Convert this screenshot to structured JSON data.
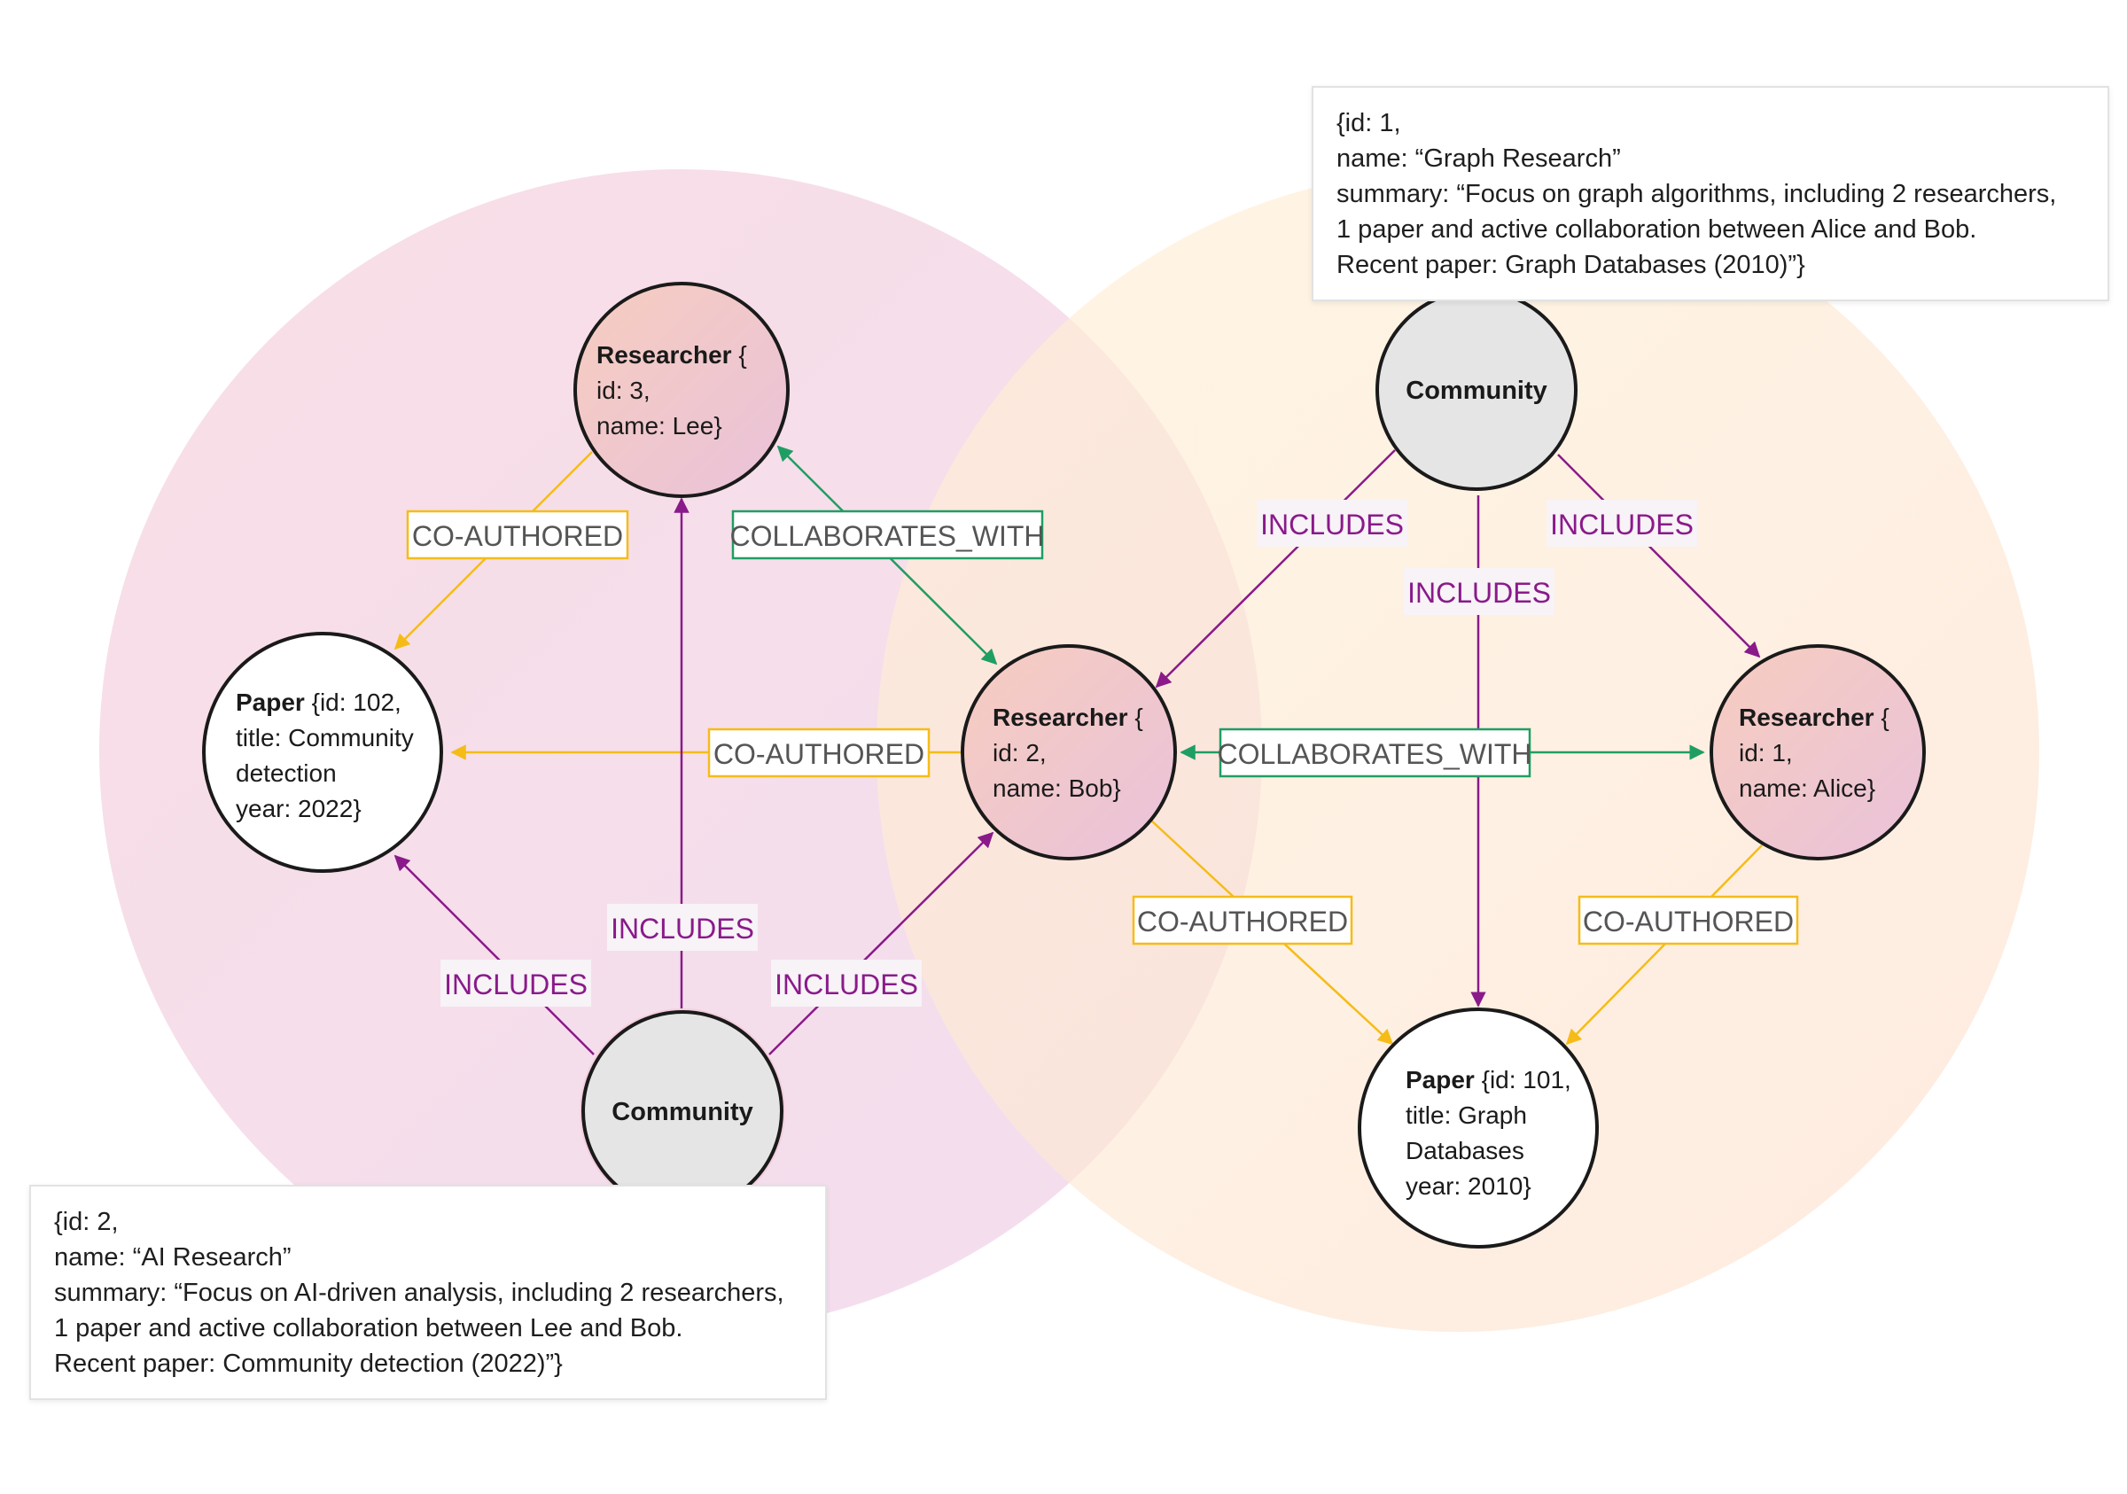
{
  "colors": {
    "includes": "#8a1a8a",
    "co_authored": "#f5bc18",
    "collaborates_with": "#1f9e63",
    "left_community_fill": "#f1c9d8",
    "right_community_fill": "#fde2c3",
    "researcher_fill": "#eebfcf",
    "community_node_fill": "#e5e5e5"
  },
  "nodes": {
    "lee": {
      "bold": "Researcher",
      "lines": [
        " {",
        "id: 3,",
        "name: Lee}"
      ]
    },
    "bob": {
      "bold": "Researcher",
      "lines": [
        " {",
        "id: 2,",
        "name: Bob}"
      ]
    },
    "alice": {
      "bold": "Researcher",
      "lines": [
        " {",
        "id: 1,",
        "name: Alice}"
      ]
    },
    "paper102": {
      "bold": "Paper",
      "lines": [
        " {id: 102,",
        "title: Community",
        "detection",
        "year: 2022}"
      ]
    },
    "paper101": {
      "bold": "Paper",
      "lines": [
        " {id: 101,",
        "title: Graph",
        "Databases",
        "year: 2010}"
      ]
    },
    "community_left": {
      "label": "Community"
    },
    "community_right": {
      "label": "Community"
    }
  },
  "edge_labels": {
    "includes": "INCLUDES",
    "co_authored": "CO-AUTHORED",
    "collaborates_with": "COLLABORATES_WITH"
  },
  "community_1_info": {
    "lines": [
      "{id: 1,",
      "name: “Graph Research”",
      "summary: “Focus on graph algorithms, including 2 researchers,",
      "1 paper and active collaboration between Alice and Bob.",
      "Recent paper: Graph Databases (2010)”}"
    ]
  },
  "community_2_info": {
    "lines": [
      "{id: 2,",
      "name: “AI Research”",
      "summary: “Focus on AI-driven analysis, including 2 researchers,",
      "1 paper and active collaboration between Lee and Bob.",
      "Recent paper: Community detection (2022)”}"
    ]
  }
}
